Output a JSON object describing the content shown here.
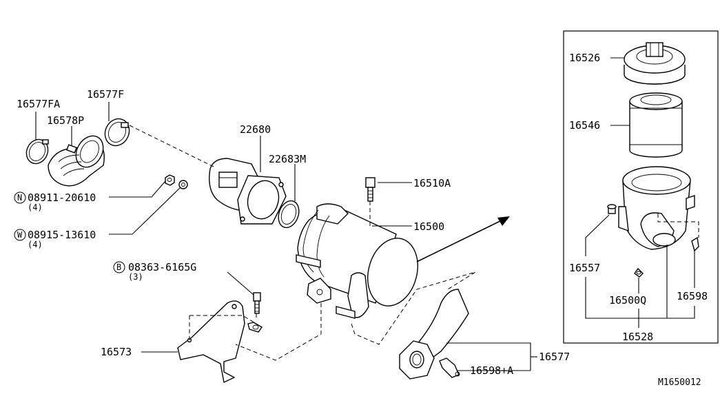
{
  "labels": {
    "p16577FA": "16577FA",
    "p16577F": "16577F",
    "p16578P": "16578P",
    "p22680": "22680",
    "p22683M": "22683M",
    "p16510A": "16510A",
    "p16500": "16500",
    "n08911": "08911-20610",
    "n08911_qty": "(4)",
    "w08915": "08915-13610",
    "w08915_qty": "(4)",
    "b08363": "08363-6165G",
    "b08363_qty": "(3)",
    "p16573": "16573",
    "p16577": "16577",
    "p16598A": "16598+A",
    "p16526": "16526",
    "p16546": "16546",
    "p16557": "16557",
    "p16500Q": "16500Q",
    "p16598": "16598",
    "p16528": "16528"
  },
  "prefix_symbols": {
    "nut": "N",
    "washer": "W",
    "bolt": "B"
  },
  "diagram_code": "M1650012"
}
